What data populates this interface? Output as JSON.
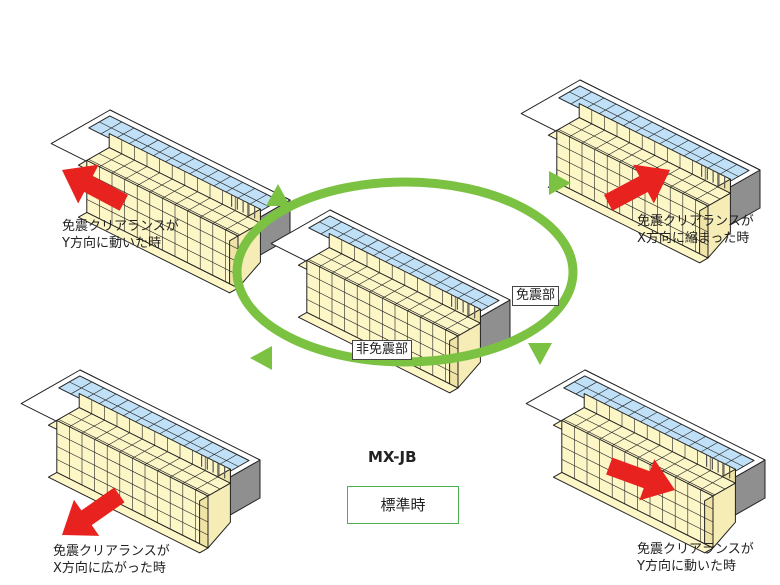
{
  "model_label": "MX-JB",
  "standard_label": "標準時",
  "tags": {
    "isolated": "免震部",
    "non_isolated": "非免震部"
  },
  "captions": {
    "top_left": [
      "免震クリアランスが",
      "Y方向に動いた時"
    ],
    "top_right": [
      "免震クリアランスが",
      "X方向に縮まった時"
    ],
    "bottom_left": [
      "免震クリアランスが",
      "X方向に広がった時"
    ],
    "bottom_right": [
      "免震クリアランスが",
      "Y方向に動いた時"
    ]
  },
  "icons": {
    "motion_arrow": "red-arrow-icon",
    "cycle_arrow": "green-triangle-icon"
  },
  "colors": {
    "seat": "#fdf6c7",
    "floor_tile": "#bfe0f6",
    "block_side": "#d0d0d0",
    "block_top": "#ffffff",
    "ring": "#7cc242",
    "arrow": "#e8231f",
    "outline": "#222222"
  }
}
